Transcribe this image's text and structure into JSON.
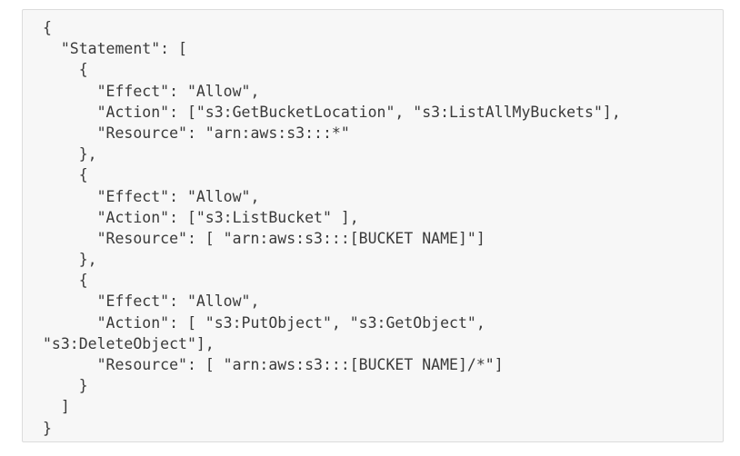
{
  "code": {
    "language": "json",
    "lines": [
      "{",
      "  \"Statement\": [",
      "    {",
      "      \"Effect\": \"Allow\",",
      "      \"Action\": [\"s3:GetBucketLocation\", \"s3:ListAllMyBuckets\"],",
      "      \"Resource\": \"arn:aws:s3:::*\"",
      "    },",
      "    {",
      "      \"Effect\": \"Allow\",",
      "      \"Action\": [\"s3:ListBucket\" ],",
      "      \"Resource\": [ \"arn:aws:s3:::[BUCKET NAME]\"]",
      "    },",
      "    {",
      "      \"Effect\": \"Allow\",",
      "      \"Action\": [ \"s3:PutObject\", \"s3:GetObject\",",
      "\"s3:DeleteObject\"],",
      "      \"Resource\": [ \"arn:aws:s3:::[BUCKET NAME]/*\"]",
      "    }",
      "  ]",
      "}"
    ]
  }
}
